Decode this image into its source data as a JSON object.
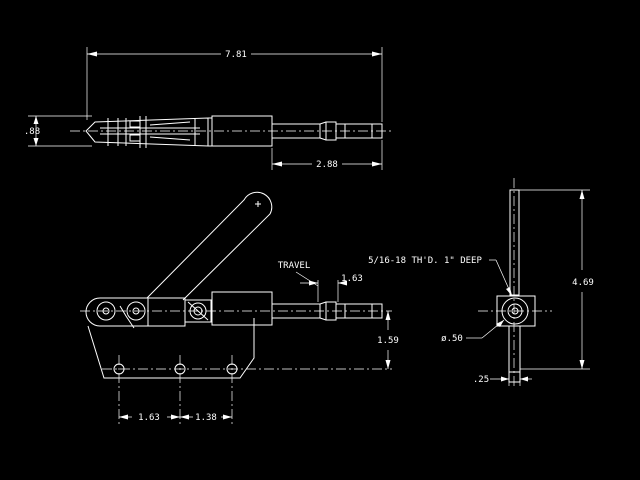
{
  "drawing": {
    "colors": {
      "background": "#000000",
      "line": "#ffffff"
    },
    "top_view": {
      "overall_length": "7.81",
      "height": ".88",
      "plunger_extension": "2.88"
    },
    "side_view": {
      "travel_label": "TRAVEL",
      "travel": "1.63",
      "height": "1.59",
      "hole_spacing_1": "1.63",
      "hole_spacing_2": "1.38"
    },
    "end_view": {
      "thread_note": "5/16-18 TH'D. 1\" DEEP",
      "height": "4.69",
      "diameter": "ø.50",
      "width": ".25"
    }
  }
}
